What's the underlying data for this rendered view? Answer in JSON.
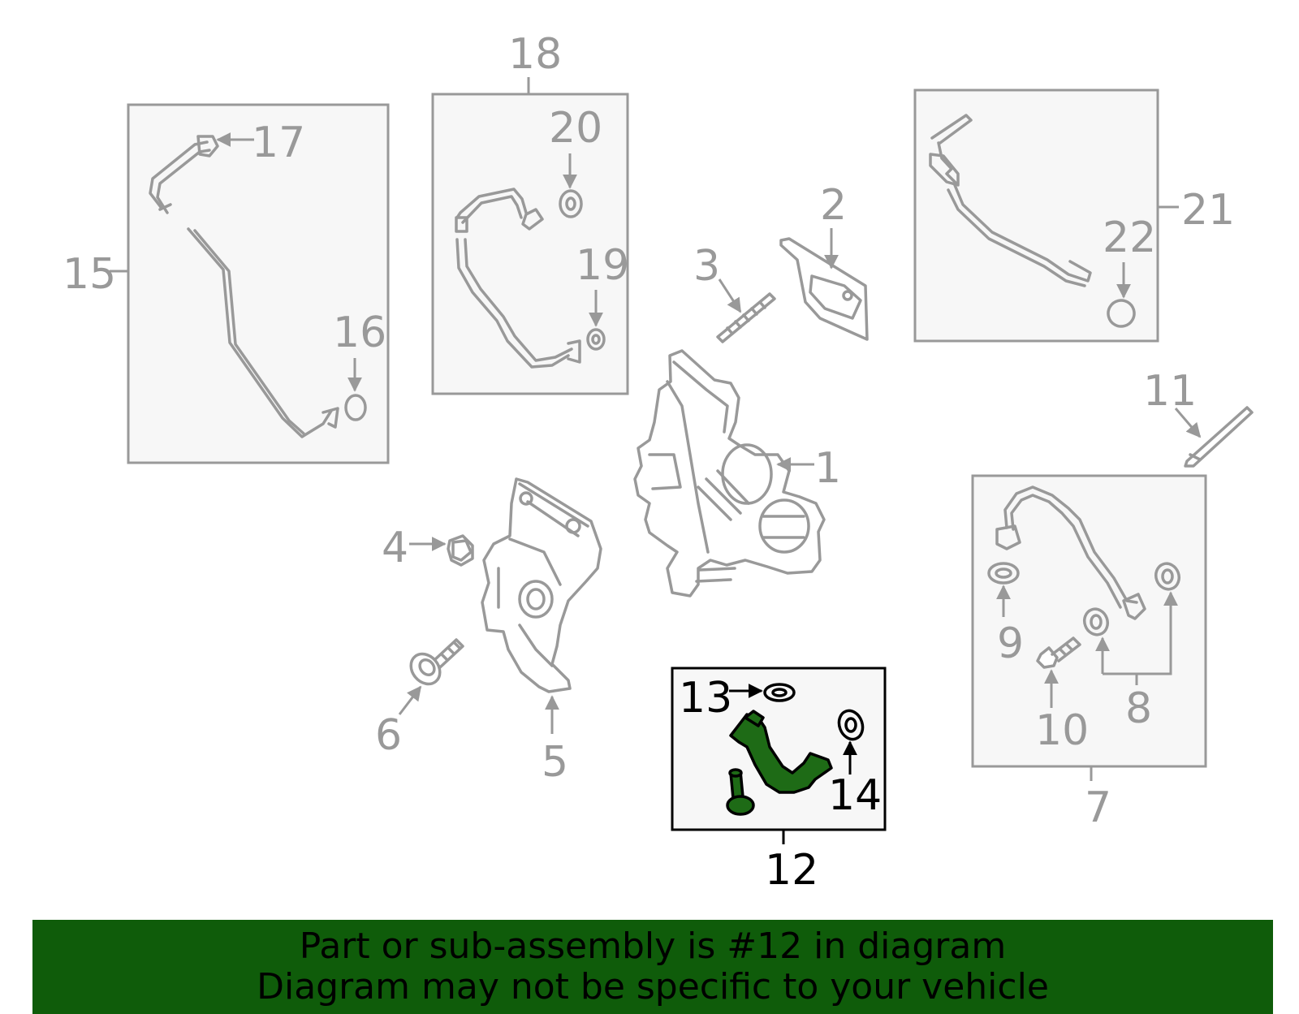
{
  "colors": {
    "banner": "#0f5c0a",
    "highlight_part": "#1e6b16",
    "muted": "#999999",
    "highlight": "#000000"
  },
  "callouts": {
    "n1": "1",
    "n2": "2",
    "n3": "3",
    "n4": "4",
    "n5": "5",
    "n6": "6",
    "n7": "7",
    "n8": "8",
    "n9": "9",
    "n10": "10",
    "n11": "11",
    "n12": "12",
    "n13": "13",
    "n14": "14",
    "n15": "15",
    "n16": "16",
    "n17": "17",
    "n18": "18",
    "n19": "19",
    "n20": "20",
    "n21": "21",
    "n22": "22"
  },
  "highlighted_part": "12",
  "banner": {
    "line1": "Part or sub-assembly is #12 in diagram",
    "line2": "Diagram may not be specific to your vehicle"
  }
}
